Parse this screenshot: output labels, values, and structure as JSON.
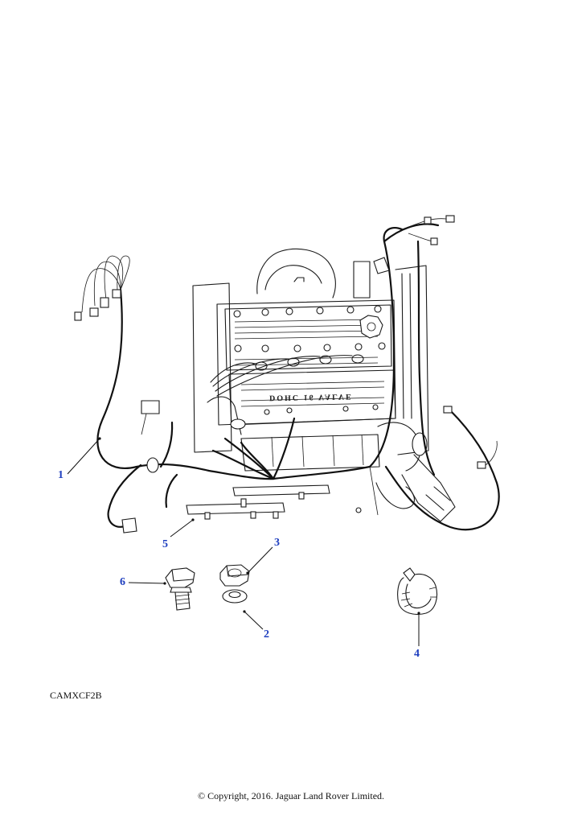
{
  "callouts": [
    {
      "id": "1",
      "label": "1"
    },
    {
      "id": "2",
      "label": "2"
    },
    {
      "id": "3",
      "label": "3"
    },
    {
      "id": "4",
      "label": "4"
    },
    {
      "id": "5",
      "label": "5"
    },
    {
      "id": "6",
      "label": "6"
    }
  ],
  "drawing_code": "CAMXCF2B",
  "engine_cover_text": "DOHC 16 VALVE",
  "copyright": "© Copyright, 2016. Jaguar Land Rover Limited.",
  "colors": {
    "callout": "#1f3fbf",
    "line": "#1a1a1a",
    "background": "#ffffff"
  }
}
